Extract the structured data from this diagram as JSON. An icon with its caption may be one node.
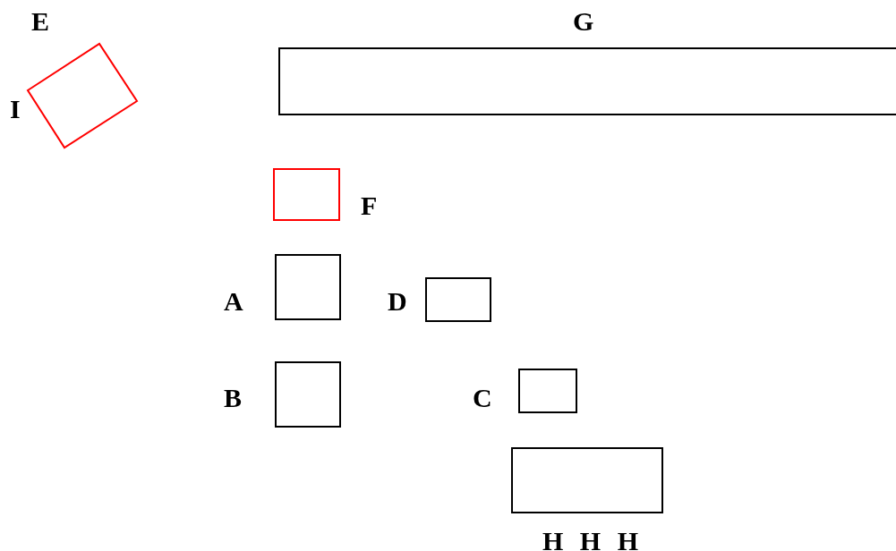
{
  "diagram": {
    "nodes": [
      {
        "text": [
          "E",
          "I"
        ]
      },
      {
        "text": [
          "G"
        ]
      },
      {
        "text": [
          "F"
        ]
      },
      {
        "text": [
          "A"
        ]
      },
      {
        "text": [
          "D"
        ]
      },
      {
        "text": [
          "B"
        ]
      },
      {
        "text": [
          "C"
        ]
      },
      {
        "text": [
          "H H H"
        ]
      }
    ]
  }
}
